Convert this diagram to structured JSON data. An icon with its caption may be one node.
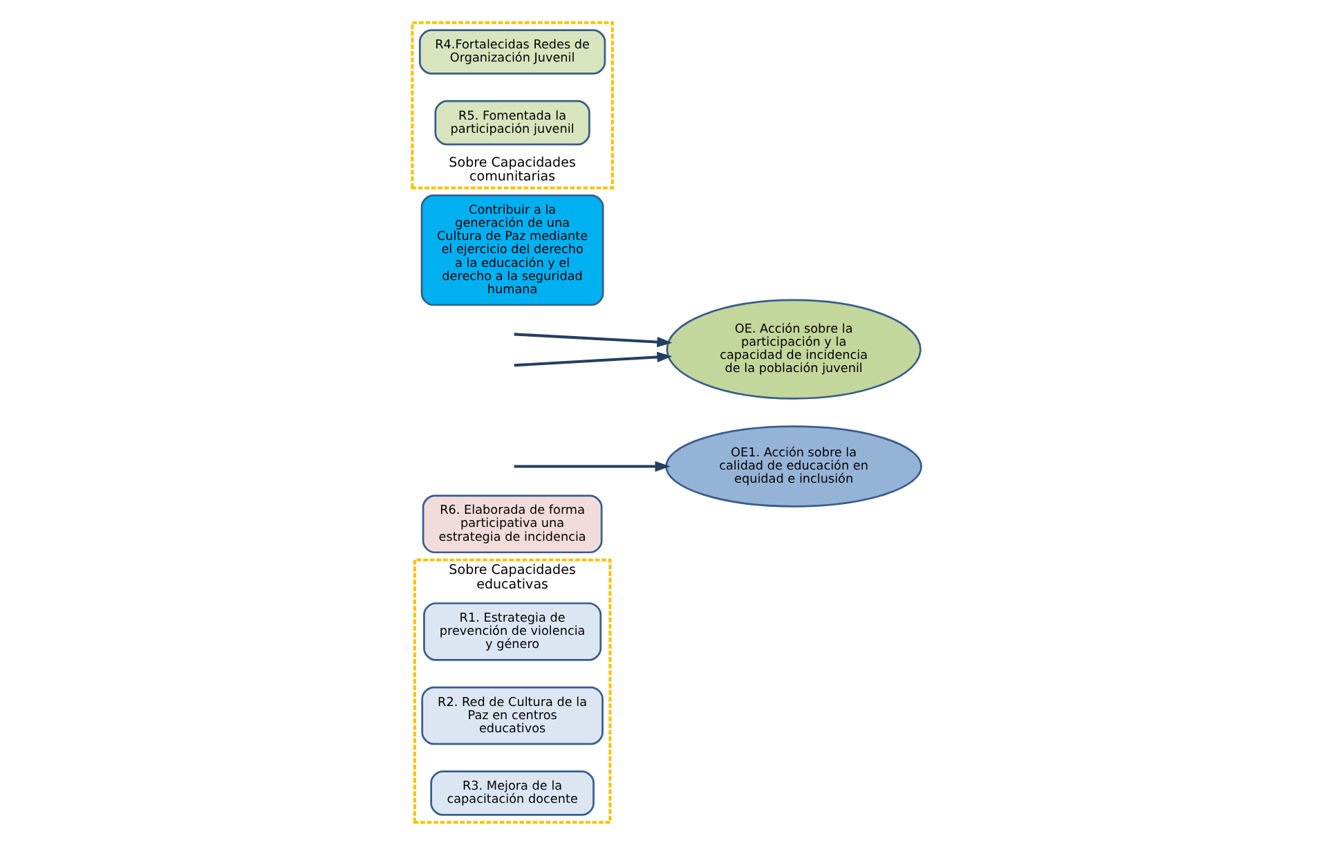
{
  "diagram": {
    "nodes": [
      {
        "text": [
          "Sobre Capacidades educativas"
        ]
      },
      {
        "text": [
          "R1. Estrategia de prevención de violencia y género"
        ],
        "in": 0
      },
      {
        "text": [
          "R2. Red de Cultura de la Paz en centros educativos"
        ],
        "in": 0
      },
      {
        "text": [
          "R3. Mejora de la capacitación docente"
        ],
        "in": 0
      },
      {
        "text": [
          "R6. Elaborada de forma participativa una estrategia de incidencia"
        ]
      },
      {
        "text": [
          "OE1. Acción sobre la calidad de educación en equidad e inclusión"
        ]
      },
      {
        "text": [
          "OE. Acción sobre la participación y la capacidad de incidencia de la población juvenil"
        ]
      },
      {
        "text": [
          "Contribuir a la generación de una Cultura de Paz mediante el ejercicio del derecho a la educación y el derecho a la seguridad humana"
        ]
      },
      {
        "text": [
          "Sobre Capacidades comunitarias"
        ]
      },
      {
        "text": [
          "R4.Fortalecidas Redes de Organización Juvenil"
        ],
        "in": 8
      },
      {
        "text": [
          "R5. Fomentada la participación juvenil"
        ],
        "in": 8
      }
    ],
    "edges": [
      {
        "from": null,
        "to": 5,
        "arrow": "to"
      },
      {
        "from": null,
        "to": 6,
        "arrow": "to"
      },
      {
        "from": null,
        "to": 6,
        "arrow": "to"
      }
    ]
  }
}
